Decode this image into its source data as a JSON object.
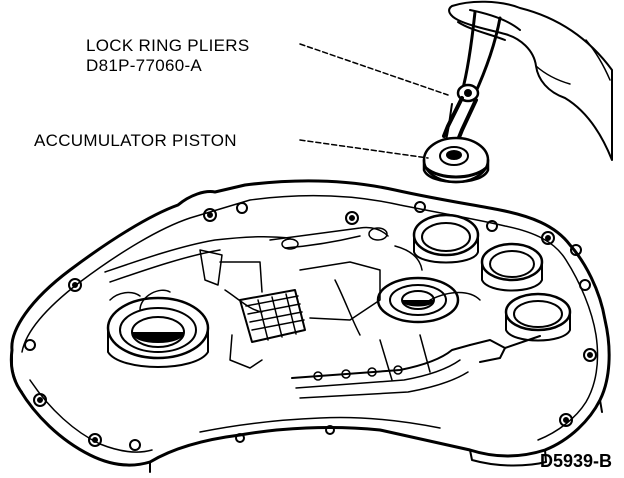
{
  "labels": {
    "pliers_line1": "LOCK RING PLIERS",
    "pliers_line2": "D81P-77060-A",
    "accumulator": "ACCUMULATOR PISTON"
  },
  "figure_id": "D5939-B",
  "colors": {
    "ink": "#000000",
    "paper": "#ffffff"
  }
}
